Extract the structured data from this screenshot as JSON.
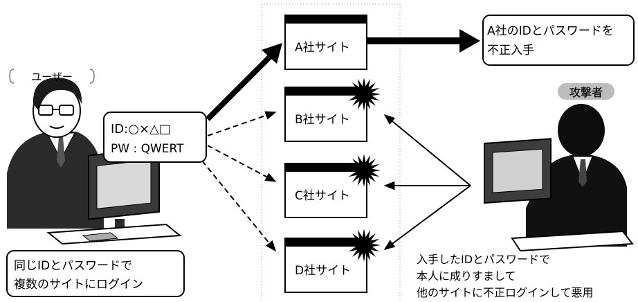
{
  "user": {
    "tag": "ユーザー",
    "caption_lines": [
      "同じIDとパスワードで",
      "複数のサイトにログイン"
    ]
  },
  "credential": {
    "id_line": "ID:○×△□",
    "pw_line": "PW : QWERT"
  },
  "sites": [
    {
      "label": "A社サイト",
      "compromised": false
    },
    {
      "label": "B社サイト",
      "compromised": true
    },
    {
      "label": "C社サイト",
      "compromised": true
    },
    {
      "label": "D社サイト",
      "compromised": true
    }
  ],
  "leak": {
    "lines": [
      "A社のIDとパスワードを",
      "不正入手"
    ]
  },
  "attacker": {
    "tag": "攻撃者",
    "caption_lines": [
      "入手したIDとパスワードで",
      "本人に成りすまして",
      "他のサイトに不正ログインして悪用"
    ]
  }
}
